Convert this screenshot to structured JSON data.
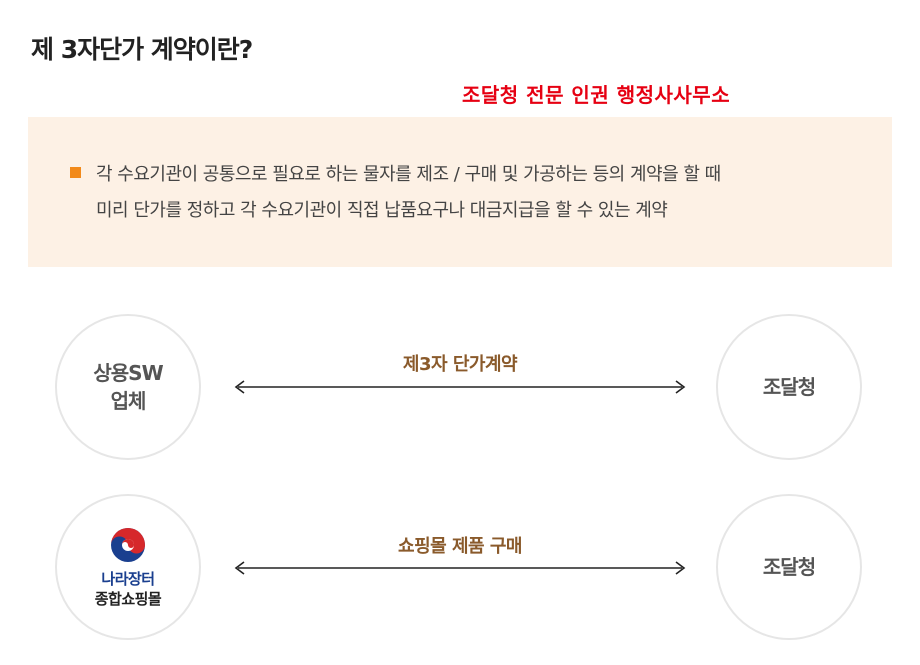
{
  "header": {
    "title": "제 3자단가 계약이란?",
    "subtitle": "조달청 전문 인권 행정사사무소"
  },
  "info": {
    "line1": "각 수요기관이 공통으로 필요로 하는 물자를 제조 / 구매 및 가공하는 등의 계약을 할 때",
    "line2": "미리 단가를 정하고 각 수요기관이 직접 납품요구나 대금지급을 할 수 있는 계약"
  },
  "diagram": {
    "row1": {
      "left_line1": "상용SW",
      "left_line2": "업체",
      "arrow_label": "제3자 단가계약",
      "right": "조달청"
    },
    "row2": {
      "logo_line1": "나라장터",
      "logo_line2": "종합쇼핑몰",
      "arrow_label": "쇼핑몰 제품 구매",
      "right": "조달청"
    }
  },
  "colors": {
    "accent_red": "#e60012",
    "bullet_orange": "#f28a1a",
    "box_background": "#fdf1e5",
    "arrow_label_brown": "#8a5a2b"
  }
}
